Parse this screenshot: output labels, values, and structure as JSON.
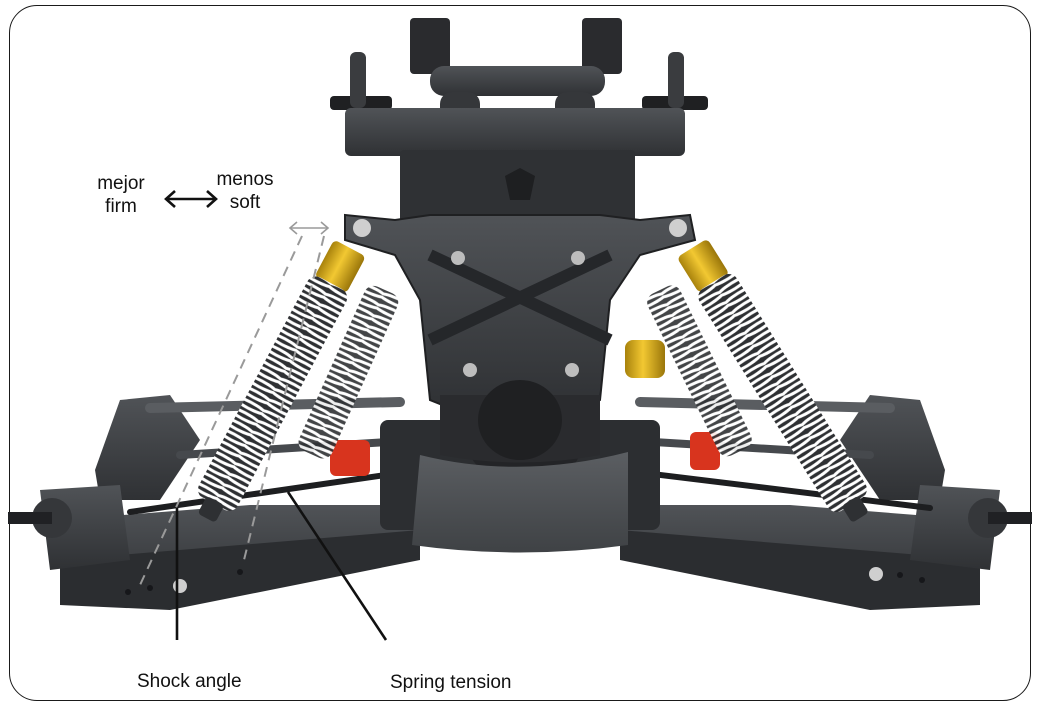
{
  "labels": {
    "firm_es": "mejor",
    "firm_en": "firm",
    "soft_es": "menos",
    "soft_en": "soft",
    "shock_angle": "Shock angle",
    "spring_tension": "Spring tension"
  },
  "colors": {
    "chassis": "#3d3f43",
    "chassis_dark": "#2a2b2e",
    "shock_cap": "#d4a516",
    "spring": "#ffffff",
    "shock_body": "#2e3033",
    "frame": "#1a1a1a",
    "wire_red": "#d8341e"
  },
  "icons": {
    "firm_soft_arrow": "double-arrow-icon",
    "angle_adjust_arrow": "double-arrow-icon"
  }
}
